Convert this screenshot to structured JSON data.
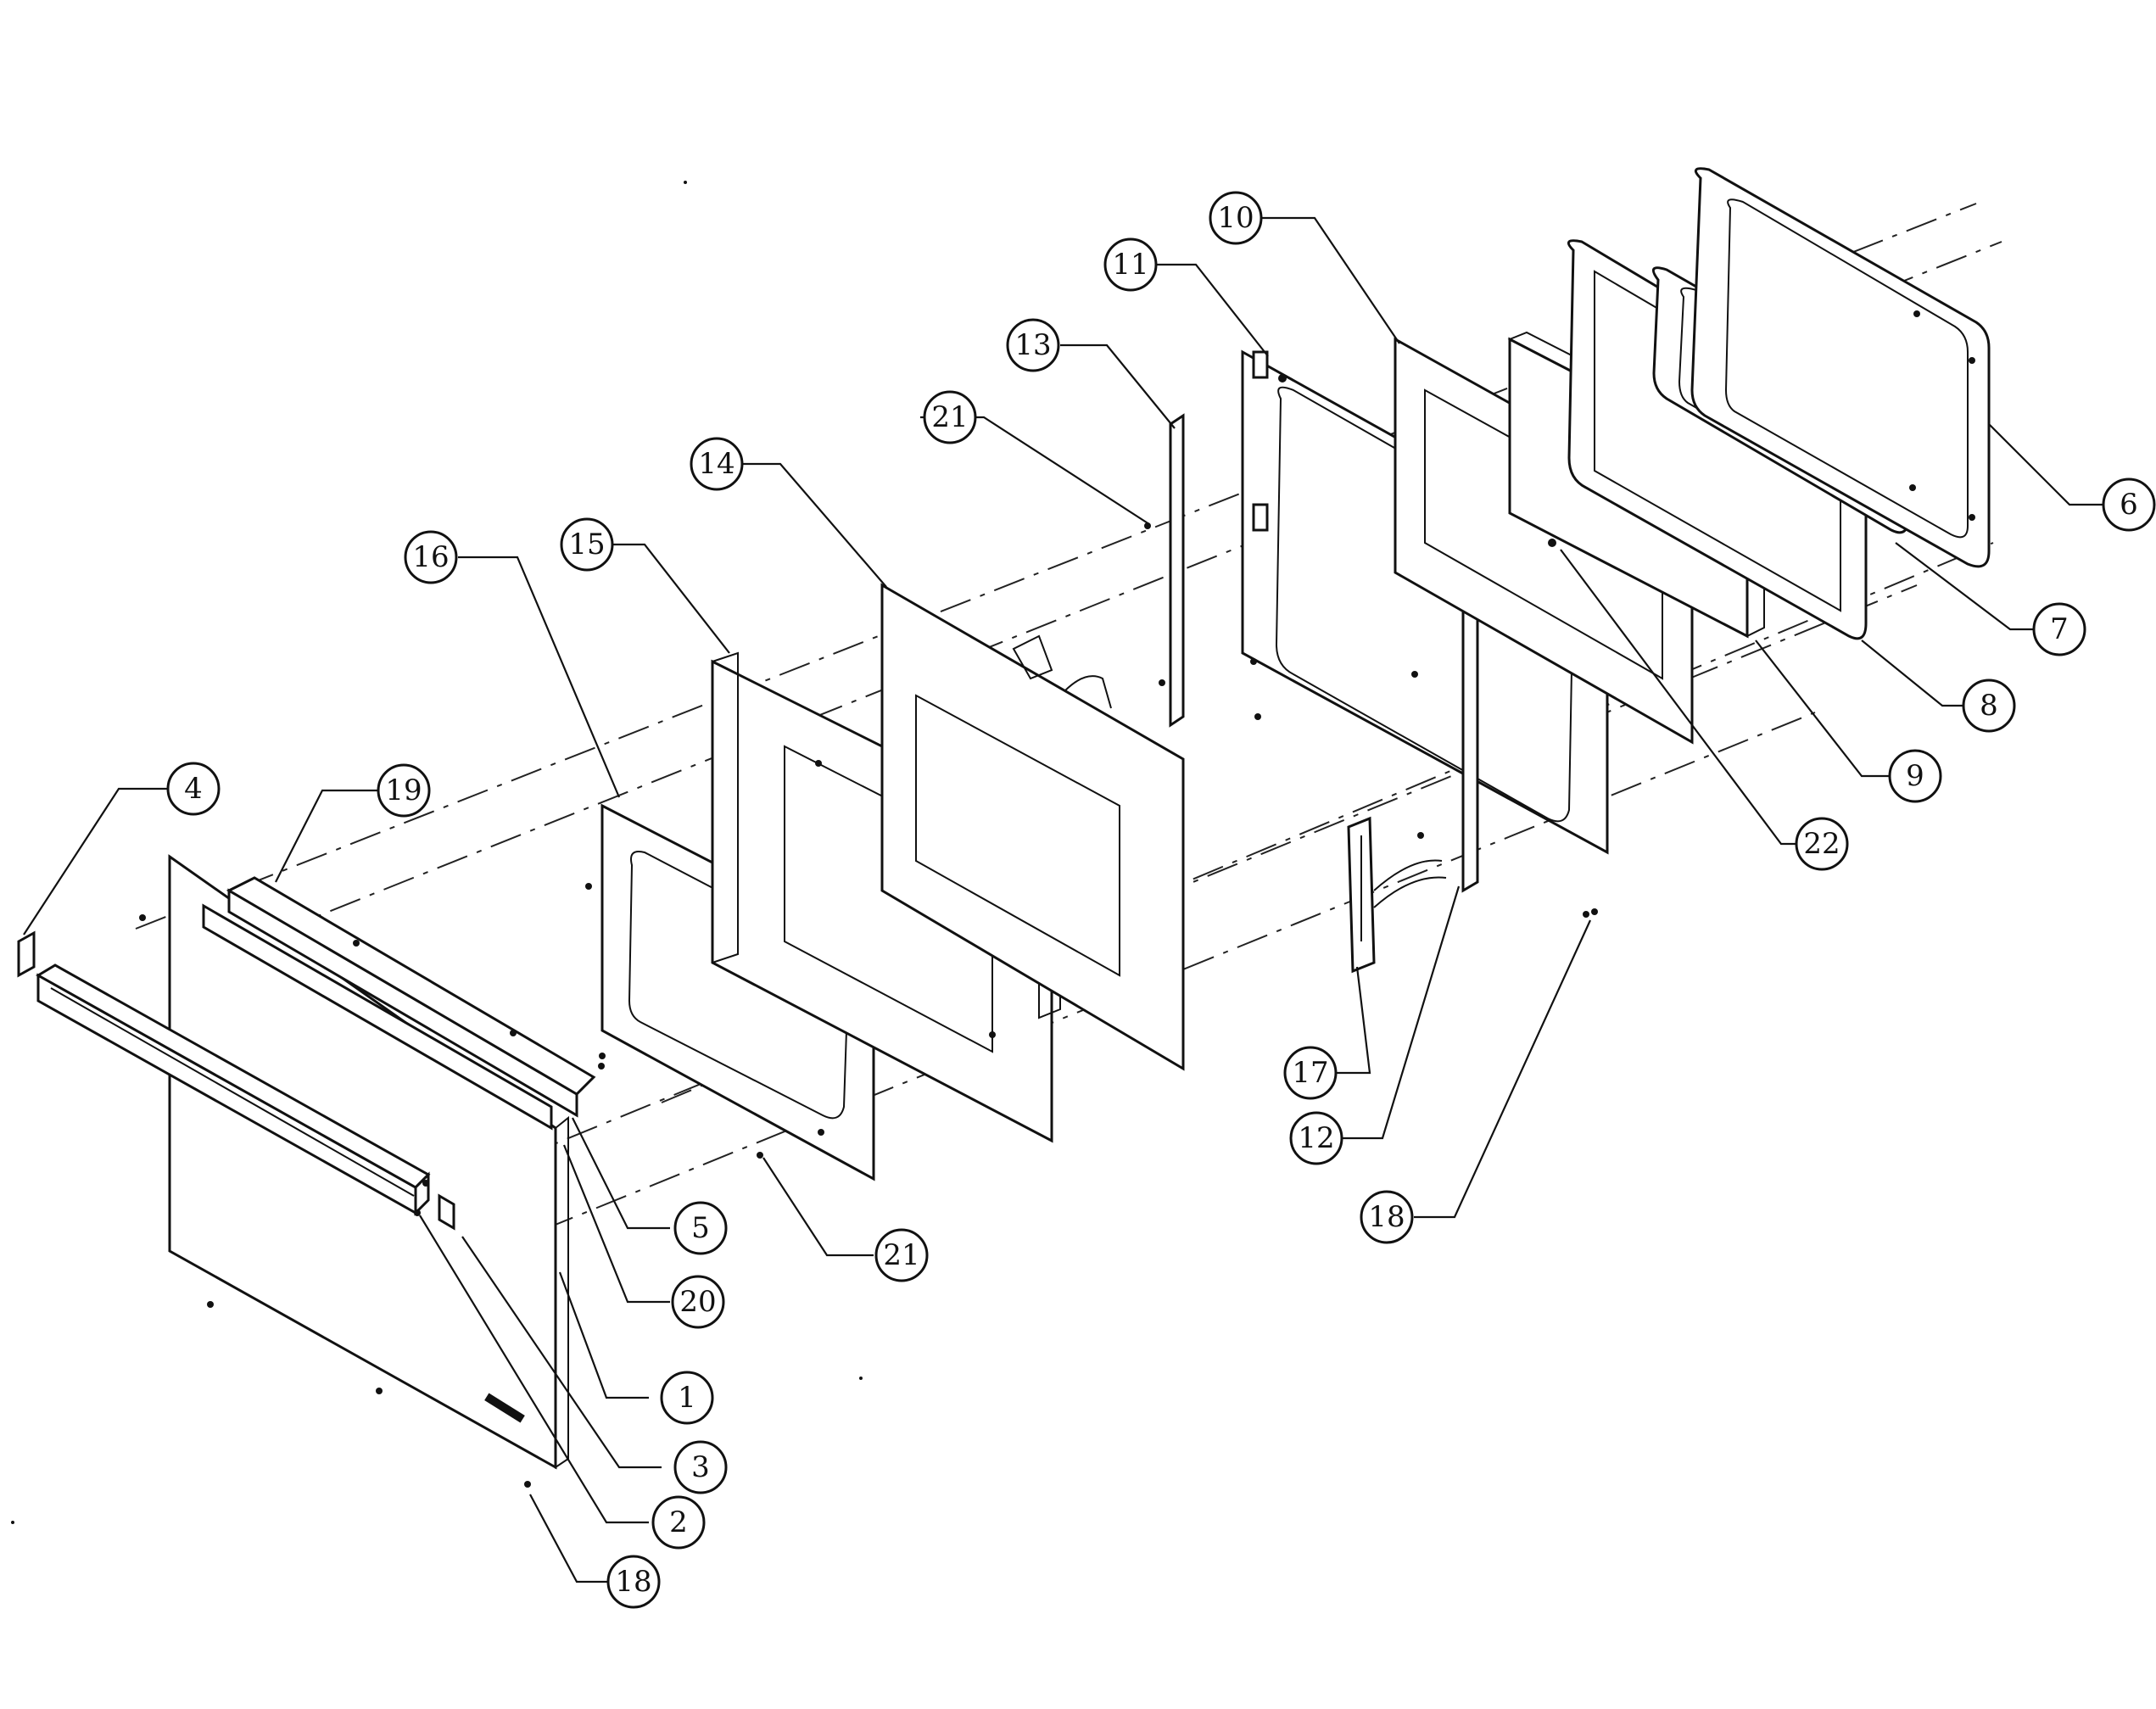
{
  "callouts": [
    {
      "id": "c-1",
      "label": "1"
    },
    {
      "id": "c-2",
      "label": "2"
    },
    {
      "id": "c-3",
      "label": "3"
    },
    {
      "id": "c-4",
      "label": "4"
    },
    {
      "id": "c-5",
      "label": "5"
    },
    {
      "id": "c-6",
      "label": "6"
    },
    {
      "id": "c-7",
      "label": "7"
    },
    {
      "id": "c-8",
      "label": "8"
    },
    {
      "id": "c-9",
      "label": "9"
    },
    {
      "id": "c-10",
      "label": "10"
    },
    {
      "id": "c-11",
      "label": "11"
    },
    {
      "id": "c-12",
      "label": "12"
    },
    {
      "id": "c-13",
      "label": "13"
    },
    {
      "id": "c-14",
      "label": "14"
    },
    {
      "id": "c-15",
      "label": "15"
    },
    {
      "id": "c-16",
      "label": "16"
    },
    {
      "id": "c-17",
      "label": "17"
    },
    {
      "id": "c-18a",
      "label": "18"
    },
    {
      "id": "c-18b",
      "label": "18"
    },
    {
      "id": "c-19",
      "label": "19"
    },
    {
      "id": "c-20",
      "label": "20"
    },
    {
      "id": "c-21a",
      "label": "21"
    },
    {
      "id": "c-21b",
      "label": "21"
    },
    {
      "id": "c-22",
      "label": "22"
    }
  ]
}
